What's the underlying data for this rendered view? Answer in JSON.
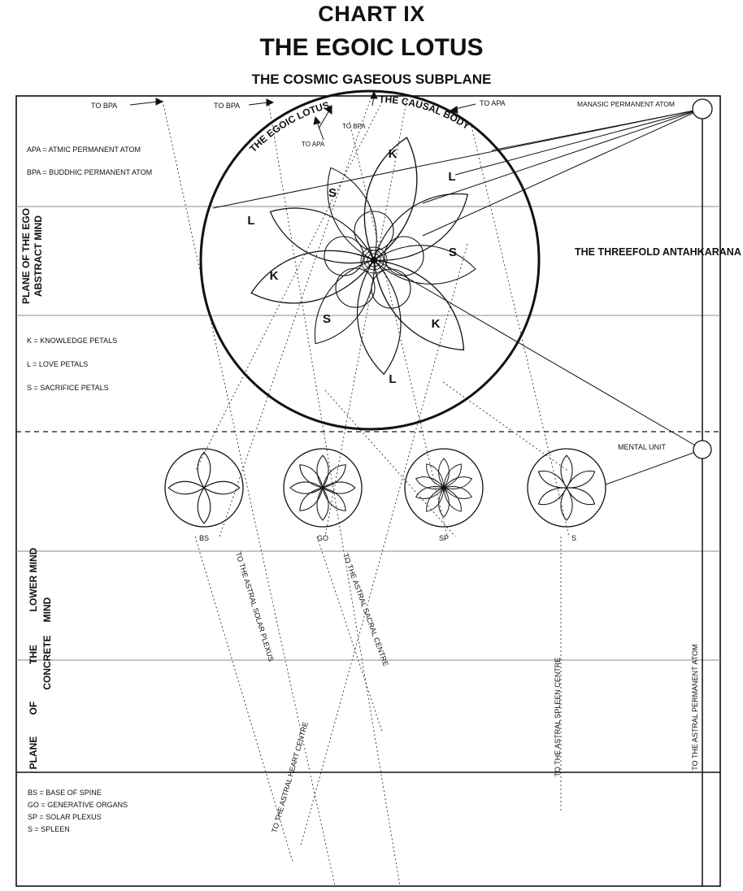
{
  "header": {
    "chart_no": "CHART IX",
    "title": "THE EGOIC LOTUS",
    "subtitle": "THE COSMIC GASEOUS SUBPLANE"
  },
  "top_labels": {
    "to_bpa_1": "TO BPA",
    "to_bpa_2": "TO BPA",
    "to_bpa_3": "TO BPA",
    "to_apa_1": "TO APA",
    "to_apa_2": "TO APA",
    "egoic_lotus": "THE EGOIC LOTUS",
    "causal_body": "THE CAUSAL BODY"
  },
  "atoms": {
    "manasic": "MANASIC PERMANENT ATOM",
    "mental_unit": "MENTAL UNIT",
    "antahkarana": "THE THREEFOLD ANTAHKARANA"
  },
  "legend_top": [
    "APA = ATMIC PERMANENT ATOM",
    "BPA = BUDDHIC PERMANENT ATOM"
  ],
  "legend_petals": [
    "K = KNOWLEDGE PETALS",
    "L = LOVE PETALS",
    "S = SACRIFICE PETALS"
  ],
  "petals": [
    "K",
    "L",
    "S",
    "L",
    "K",
    "S",
    "K",
    "S",
    "L"
  ],
  "planes": {
    "ego": "PLANE OF THE EGO",
    "abstract": "ABSTRACT MIND",
    "lower_col1": "PLANE",
    "lower_col2": "OF",
    "lower_col3": "THE",
    "lower_col4": "LOWER MIND",
    "concrete": "CONCRETE",
    "mind": "MIND"
  },
  "centres": [
    "BS",
    "GO",
    "SP",
    "S"
  ],
  "astral_lines": {
    "heart": "TO THE ASTRAL HEART CENTRE",
    "solar": "TO THE ASTRAL SOLAR PLEXUS",
    "sacral": "TO THE ASTRAL SACRAL CENTRE",
    "spleen": "TO THE ASTRAL SPLEEN CENTRE",
    "permanent": "TO THE ASTRAL PERMANENT ATOM"
  },
  "legend_bottom": [
    "BS = BASE OF SPINE",
    "GO = GENERATIVE ORGANS",
    "SP = SOLAR PLEXUS",
    "S  = SPLEEN"
  ]
}
